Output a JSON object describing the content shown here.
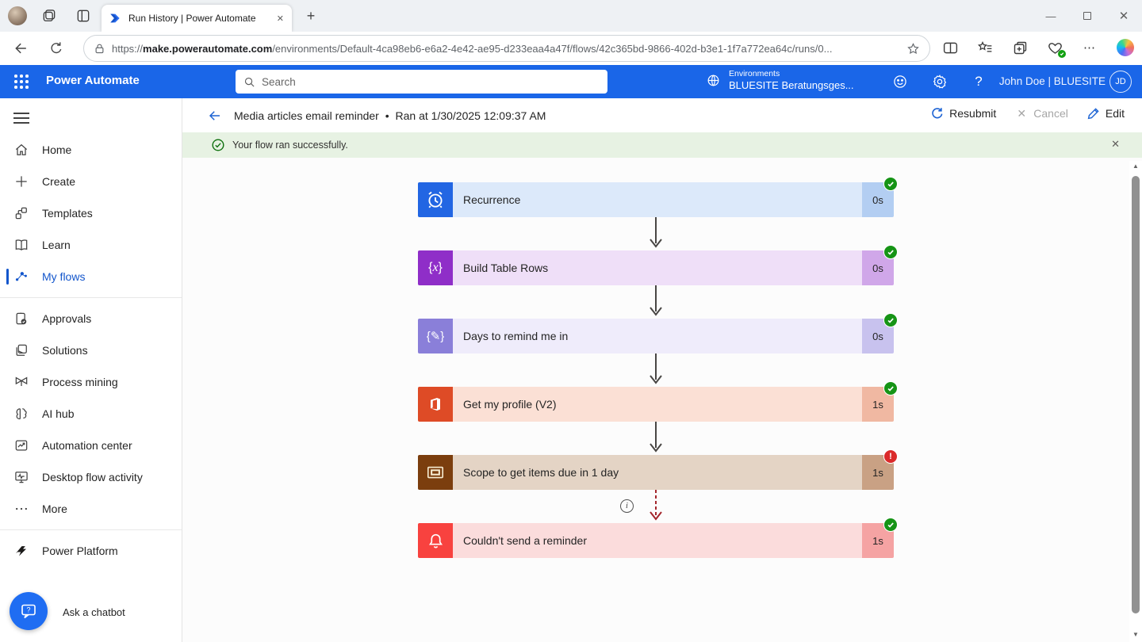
{
  "browser": {
    "tab_title": "Run History | Power Automate",
    "url_scheme": "https://",
    "url_domain": "make.powerautomate.com",
    "url_path": "/environments/Default-4ca98eb6-e6a2-4e42-ae95-d233eaa4a47f/flows/42c365bd-9866-402d-b3e1-1f7a772ea64c/runs/0..."
  },
  "pa_header": {
    "app_name": "Power Automate",
    "search_placeholder": "Search",
    "environments_label": "Environments",
    "environment_name": "BLUESITE Beratungsges...",
    "user_name": "John Doe | BLUESITE",
    "user_initials": "JD"
  },
  "sidebar": {
    "items": [
      {
        "label": "Home",
        "icon": "home-icon",
        "group": 1
      },
      {
        "label": "Create",
        "icon": "plus-icon",
        "group": 1
      },
      {
        "label": "Templates",
        "icon": "templates-icon",
        "group": 1
      },
      {
        "label": "Learn",
        "icon": "book-icon",
        "group": 1
      },
      {
        "label": "My flows",
        "icon": "flows-icon",
        "group": 1,
        "selected": true
      },
      {
        "label": "Approvals",
        "icon": "approvals-icon",
        "group": 2
      },
      {
        "label": "Solutions",
        "icon": "solutions-icon",
        "group": 2
      },
      {
        "label": "Process mining",
        "icon": "process-mining-icon",
        "group": 2
      },
      {
        "label": "AI hub",
        "icon": "ai-hub-icon",
        "group": 2
      },
      {
        "label": "Automation center",
        "icon": "automation-center-icon",
        "group": 2
      },
      {
        "label": "Desktop flow activity",
        "icon": "desktop-flow-icon",
        "group": 2
      },
      {
        "label": "More",
        "icon": "more-icon",
        "group": 2
      },
      {
        "label": "Power Platform",
        "icon": "power-platform-icon",
        "group": 3
      }
    ],
    "chatbot_label": "Ask a chatbot"
  },
  "run_header": {
    "flow_name": "Media articles email reminder",
    "separator": "•",
    "ran_at_text": "Ran at 1/30/2025 12:09:37 AM",
    "resubmit_label": "Resubmit",
    "cancel_label": "Cancel",
    "edit_label": "Edit"
  },
  "banner": {
    "message": "Your flow ran successfully."
  },
  "flow": {
    "status_colors": {
      "success": "#169416",
      "error": "#DB2A2A"
    },
    "connector_color": "#484644",
    "error_connector_color": "#A4262C",
    "nodes": [
      {
        "label": "Recurrence",
        "duration": "0s",
        "status": "success",
        "icon": "recurrence-icon",
        "icon_bg": "#2266E3",
        "body_bg": "#DCE9FA",
        "duration_bg": "#B3CEF2",
        "connector": "solid"
      },
      {
        "label": "Build Table Rows",
        "duration": "0s",
        "status": "success",
        "icon": "compose-icon",
        "icon_bg": "#8F2EC8",
        "body_bg": "#EFDFF8",
        "duration_bg": "#D0A7E9",
        "connector": "solid"
      },
      {
        "label": "Days to remind me in",
        "duration": "0s",
        "status": "success",
        "icon": "variable-icon",
        "icon_bg": "#8A7FD9",
        "body_bg": "#EFECFB",
        "duration_bg": "#C8C2EE",
        "connector": "solid"
      },
      {
        "label": "Get my profile (V2)",
        "duration": "1s",
        "status": "success",
        "icon": "office-icon",
        "icon_bg": "#DE4B26",
        "body_bg": "#FBE0D5",
        "duration_bg": "#F0B8A2",
        "connector": "solid"
      },
      {
        "label": "Scope to get items due in 1 day",
        "duration": "1s",
        "status": "error",
        "icon": "scope-icon",
        "icon_bg": "#7B3E0E",
        "body_bg": "#E4D4C5",
        "duration_bg": "#C9A184",
        "connector": "dashed-error"
      },
      {
        "label": "Couldn't send a reminder",
        "duration": "1s",
        "status": "success",
        "icon": "bell-icon",
        "icon_bg": "#F8423F",
        "body_bg": "#FBDCDC",
        "duration_bg": "#F5A3A3"
      }
    ]
  }
}
